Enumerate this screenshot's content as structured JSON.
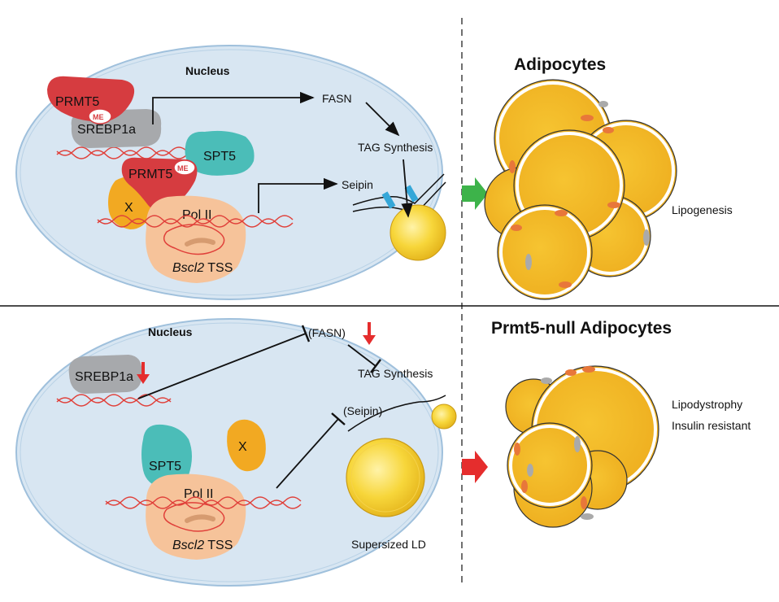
{
  "top": {
    "nucleus_label": "Nucleus",
    "prmt5_a": "PRMT5",
    "me_a": "ME",
    "srebp1a": "SREBP1a",
    "spt5": "SPT5",
    "prmt5_b": "PRMT5",
    "me_b": "ME",
    "x": "X",
    "pol2": "Pol II",
    "gene_italic": "Bscl2",
    "gene_suffix": " TSS",
    "fasn": "FASN",
    "tag": "TAG Synthesis",
    "seipin": "Seipin",
    "cells_title": "Adipocytes",
    "outcome": "Lipogenesis"
  },
  "bottom": {
    "nucleus_label": "Nucleus",
    "srebp1a": "SREBP1a",
    "spt5": "SPT5",
    "x": "X",
    "pol2": "Pol II",
    "gene_italic": "Bscl2",
    "gene_suffix": " TSS",
    "fasn": "(FASN)",
    "tag": "TAG Synthesis",
    "seipin": "(Seipin)",
    "ld": "Supersized LD",
    "cells_title": "Prmt5-null Adipocytes",
    "outcome_1": "Lipodystrophy",
    "outcome_2": "Insulin resistant"
  },
  "colors": {
    "nucleus_fill": "#d8e6f2",
    "nucleus_stroke": "#9fc0dc",
    "prmt5": "#d63c40",
    "srebp1a": "#a7a9ac",
    "spt5": "#4bbdb8",
    "x": "#f2a922",
    "pol2": "#f6c39a",
    "dna": "#e0403a",
    "lipid": "#f5c125",
    "arrow_up": "#3db34a",
    "arrow_down": "#e52d2d"
  }
}
